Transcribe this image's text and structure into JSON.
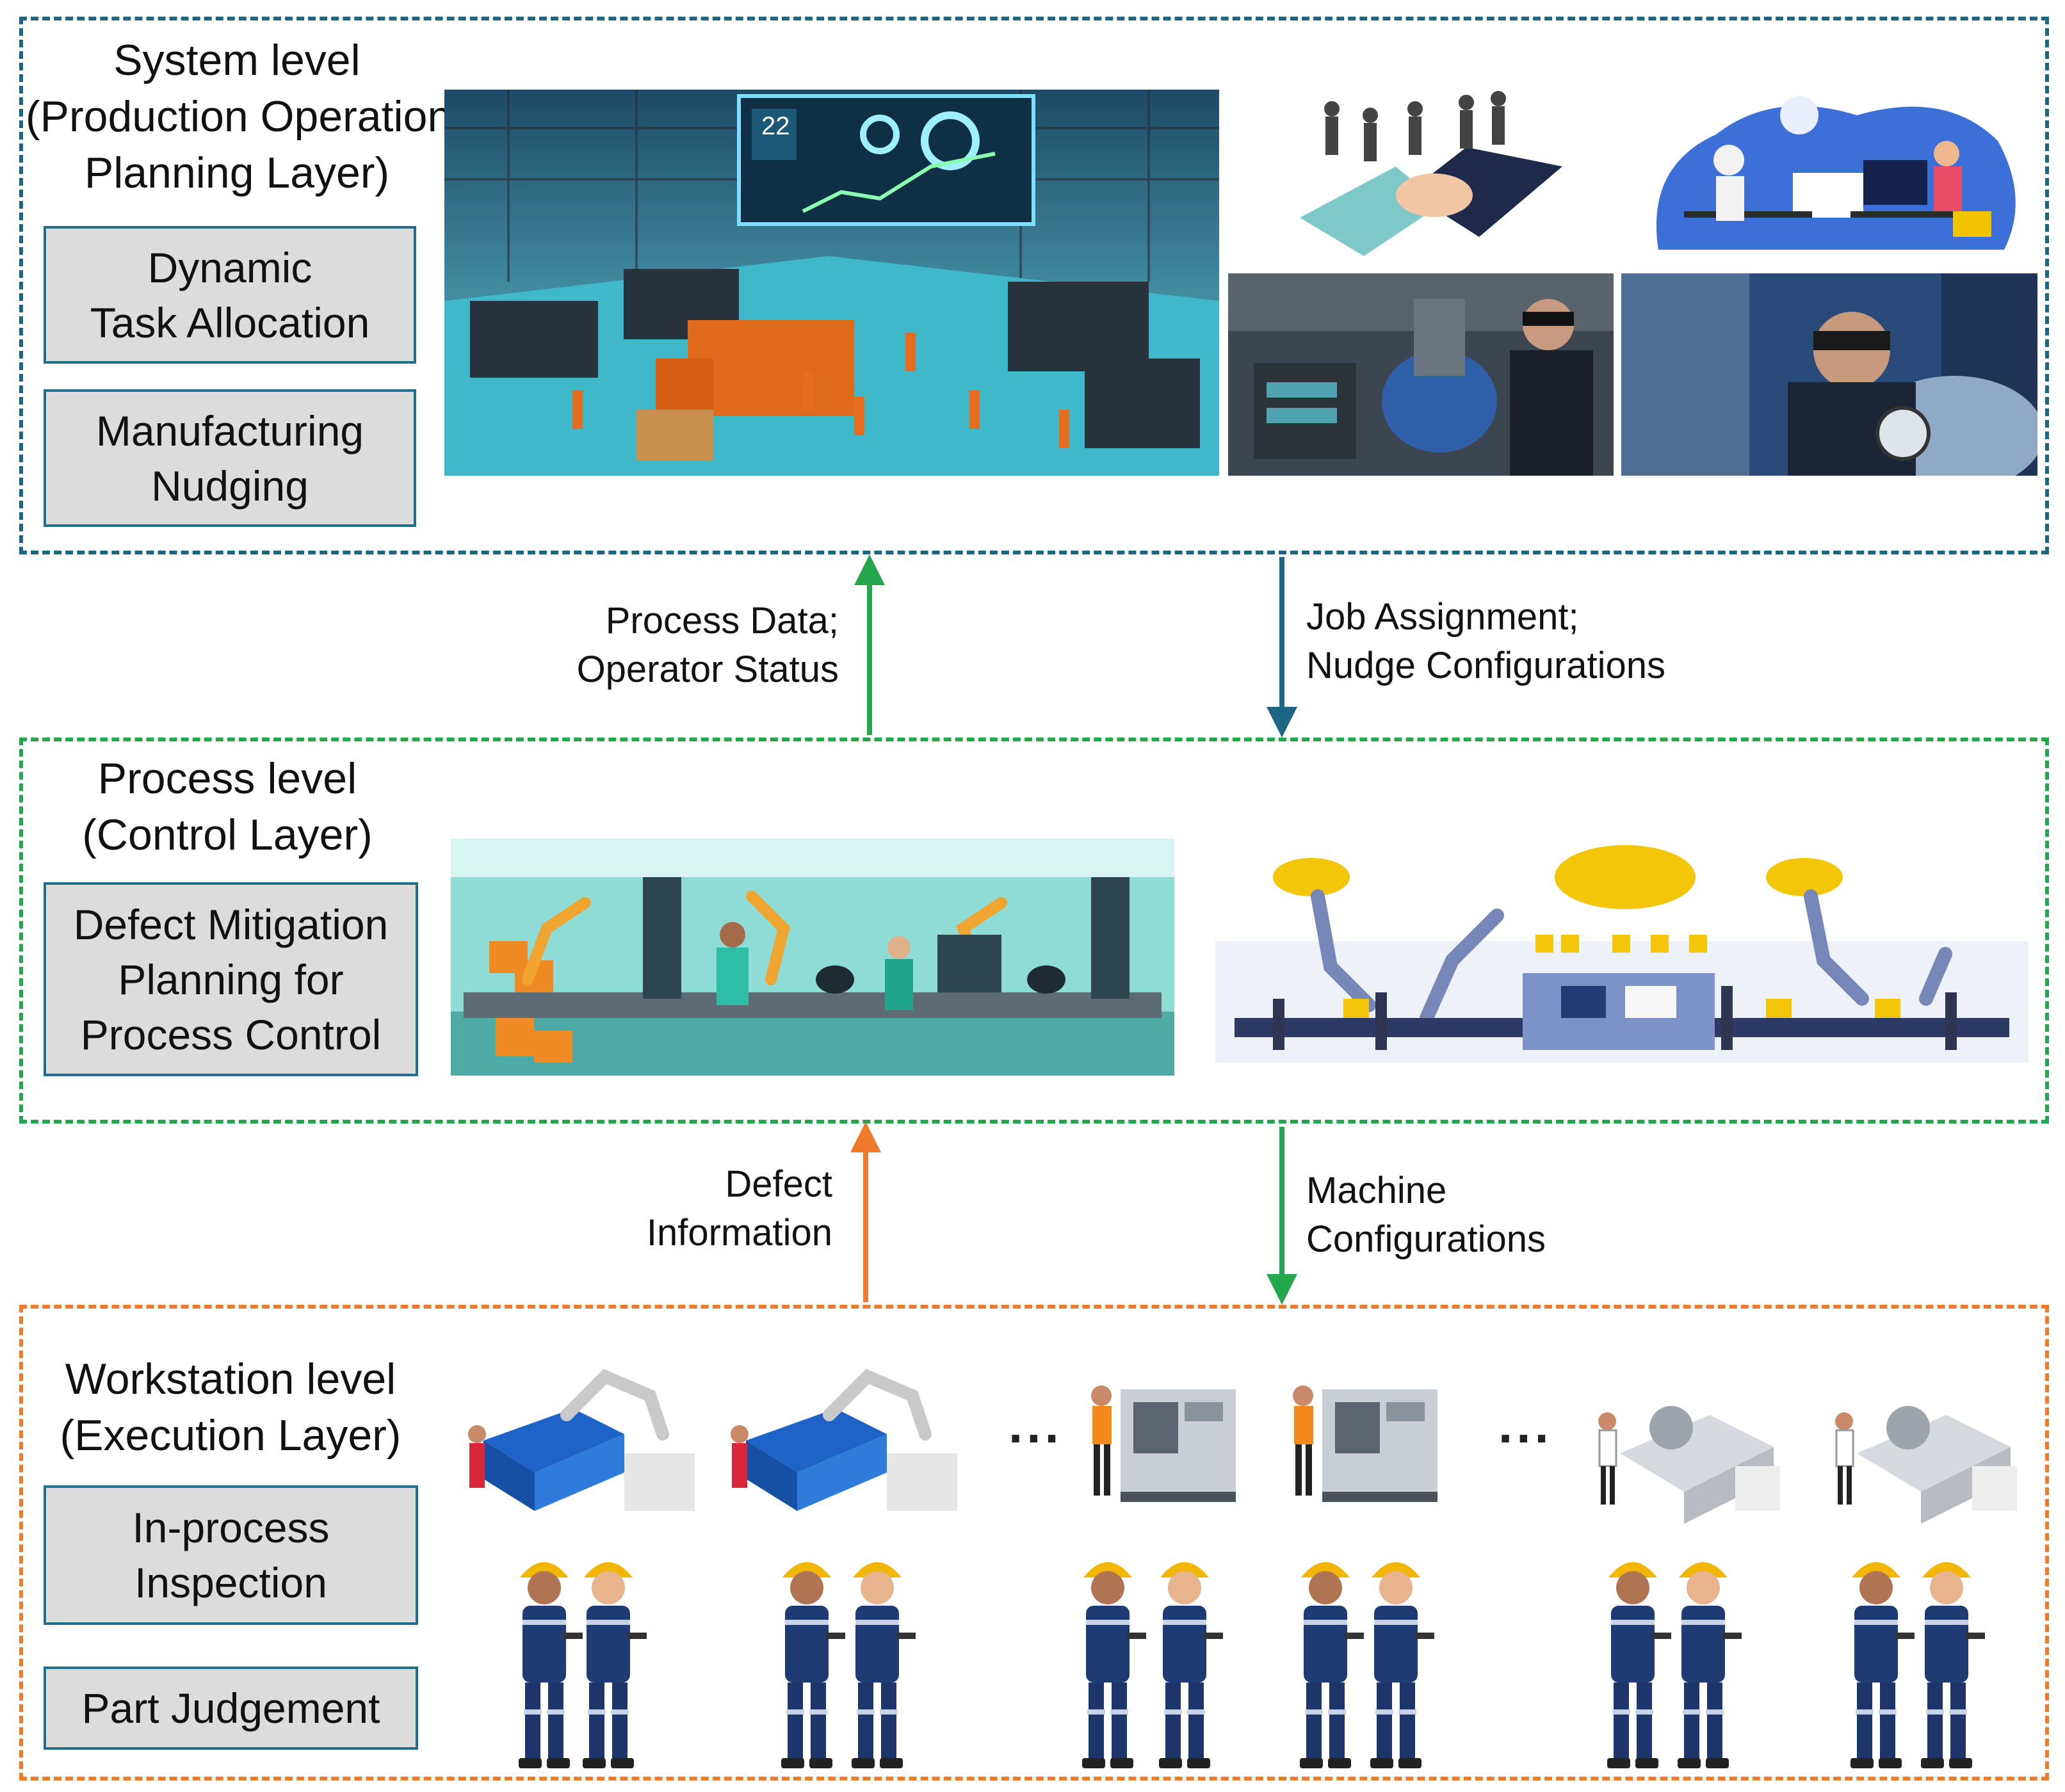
{
  "system_layer": {
    "heading": [
      "System level",
      "(Production Operations",
      "Planning Layer)"
    ],
    "functions": [
      [
        "Dynamic",
        "Task Allocation"
      ],
      [
        "Manufacturing",
        "Nudging"
      ]
    ],
    "dashboard_number": "22"
  },
  "process_layer": {
    "heading": [
      "Process level",
      "(Control Layer)"
    ],
    "functions": [
      [
        "Defect Mitigation",
        "Planning for",
        "Process Control"
      ]
    ]
  },
  "workstation_layer": {
    "heading": [
      "Workstation level",
      "(Execution Layer)"
    ],
    "functions": [
      [
        "In-process",
        "Inspection"
      ],
      [
        "Part Judgement"
      ]
    ],
    "ellipsis": "..."
  },
  "flows": {
    "system_to_process_up": [
      "Process Data;",
      "Operator Status"
    ],
    "system_to_process_down": [
      "Job Assignment;",
      "Nudge Configurations"
    ],
    "process_to_station_up": [
      "Defect",
      "Information"
    ],
    "process_to_station_down": [
      "Machine",
      "Configurations"
    ]
  },
  "colors": {
    "system_border": "#1c6583",
    "process_border": "#24a64c",
    "station_border": "#f07a2c",
    "arrow_up_green": "#24a64c",
    "arrow_down_blue": "#1c6583",
    "arrow_up_orange": "#f07a2c",
    "arrow_down_green": "#24a64c",
    "box_fill": "#dcdcdc"
  }
}
